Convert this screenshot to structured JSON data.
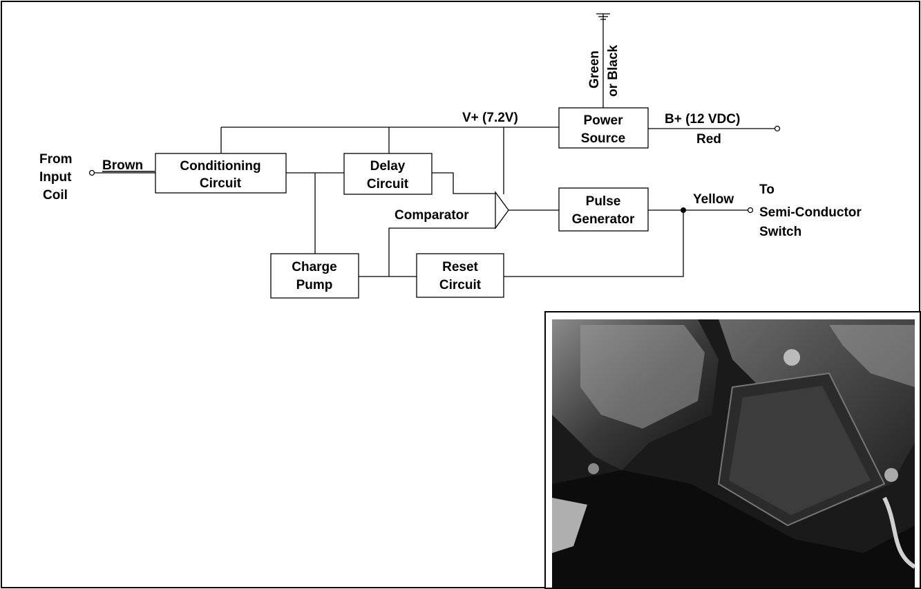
{
  "blocks": {
    "conditioning": [
      "Conditioning",
      "Circuit"
    ],
    "delay": [
      "Delay",
      "Circuit"
    ],
    "power": [
      "Power",
      "Source"
    ],
    "pulse": [
      "Pulse",
      "Generator"
    ],
    "charge": [
      "Charge",
      "Pump"
    ],
    "reset": [
      "Reset",
      "Circuit"
    ]
  },
  "labels": {
    "from_input": [
      "From",
      "Input",
      "Coil"
    ],
    "brown": "Brown",
    "vplus": "V+ (7.2V)",
    "bplus": "B+ (12 VDC)",
    "red": "Red",
    "ground_1": "Green",
    "ground_2": "or Black",
    "comparator": "Comparator",
    "yellow": "Yellow",
    "to_switch": [
      "To",
      "Semi-Conductor",
      "Switch"
    ]
  },
  "photo": {
    "description_icon": "photo-ignition-module"
  }
}
